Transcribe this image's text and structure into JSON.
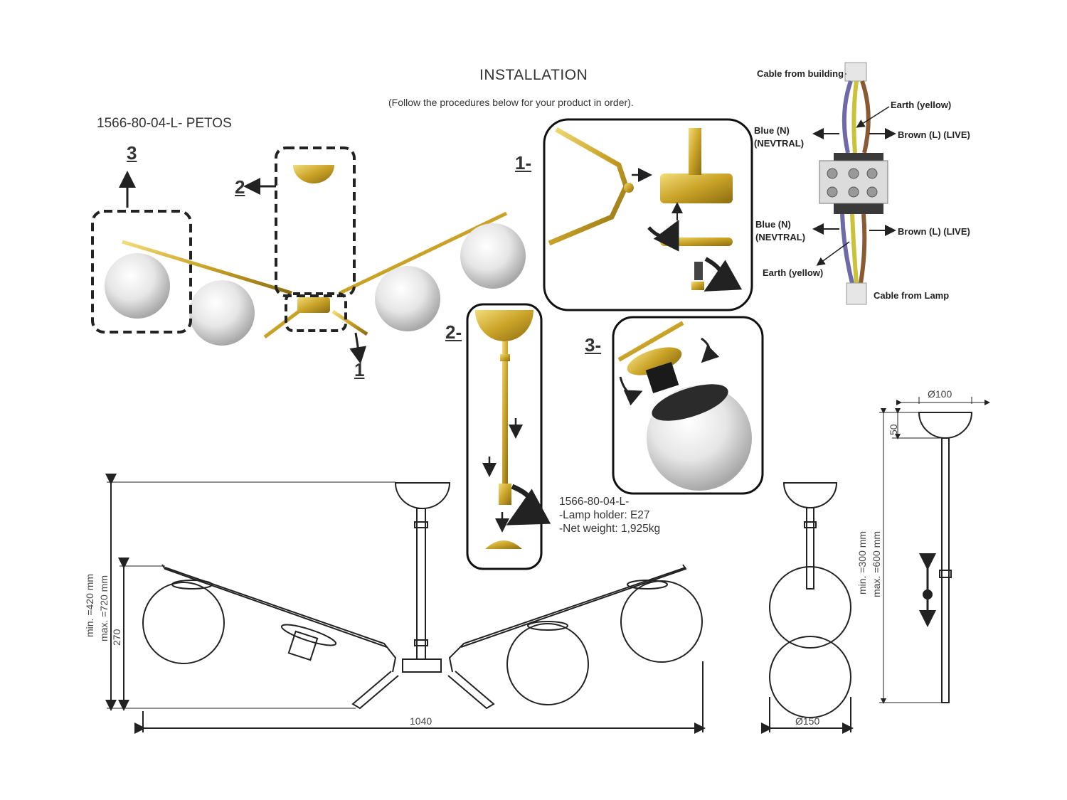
{
  "header": {
    "title": "INSTALLATION",
    "subtitle": "(Follow the procedures below for your product in order).",
    "model": "1566-80-04-L- PETOS"
  },
  "steps": {
    "overview_1": "1",
    "overview_2": "2",
    "overview_3": "3",
    "detail_1": "1-",
    "detail_2": "2-",
    "detail_3": "3-"
  },
  "wiring": {
    "cable_from_building": "Cable from building",
    "earth_top": "Earth (yellow)",
    "blue_top_1": "Blue (N)",
    "blue_top_2": "(NEVTRAL)",
    "brown_top": "Brown (L) (LIVE)",
    "blue_bottom_1": "Blue (N)",
    "blue_bottom_2": "(NEVTRAL)",
    "brown_bottom": "Brown (L) (LIVE)",
    "earth_bottom": "Earth (yellow)",
    "cable_from_lamp": "Cable from Lamp"
  },
  "specs": {
    "line1": "1566-80-04-L-",
    "line2": "-Lamp holder: E27",
    "line3": "-Net weight: 1,925kg"
  },
  "dimensions": {
    "width": "1040",
    "height_min": "min. =420 mm",
    "height_max": "max. =720 mm",
    "body_height": "270",
    "globe_diameter": "Ø150",
    "canopy_diameter": "Ø100",
    "canopy_height": "50",
    "rod_min": "min. =300 mm",
    "rod_max": "max. =600 mm"
  },
  "colors": {
    "brass": "#c9a227",
    "brass_dark": "#8a6d12",
    "glass": "#e8e8e8",
    "wire_blue": "#6e6aa8",
    "wire_brown": "#8a5a35",
    "wire_yellow": "#c9c23a"
  }
}
